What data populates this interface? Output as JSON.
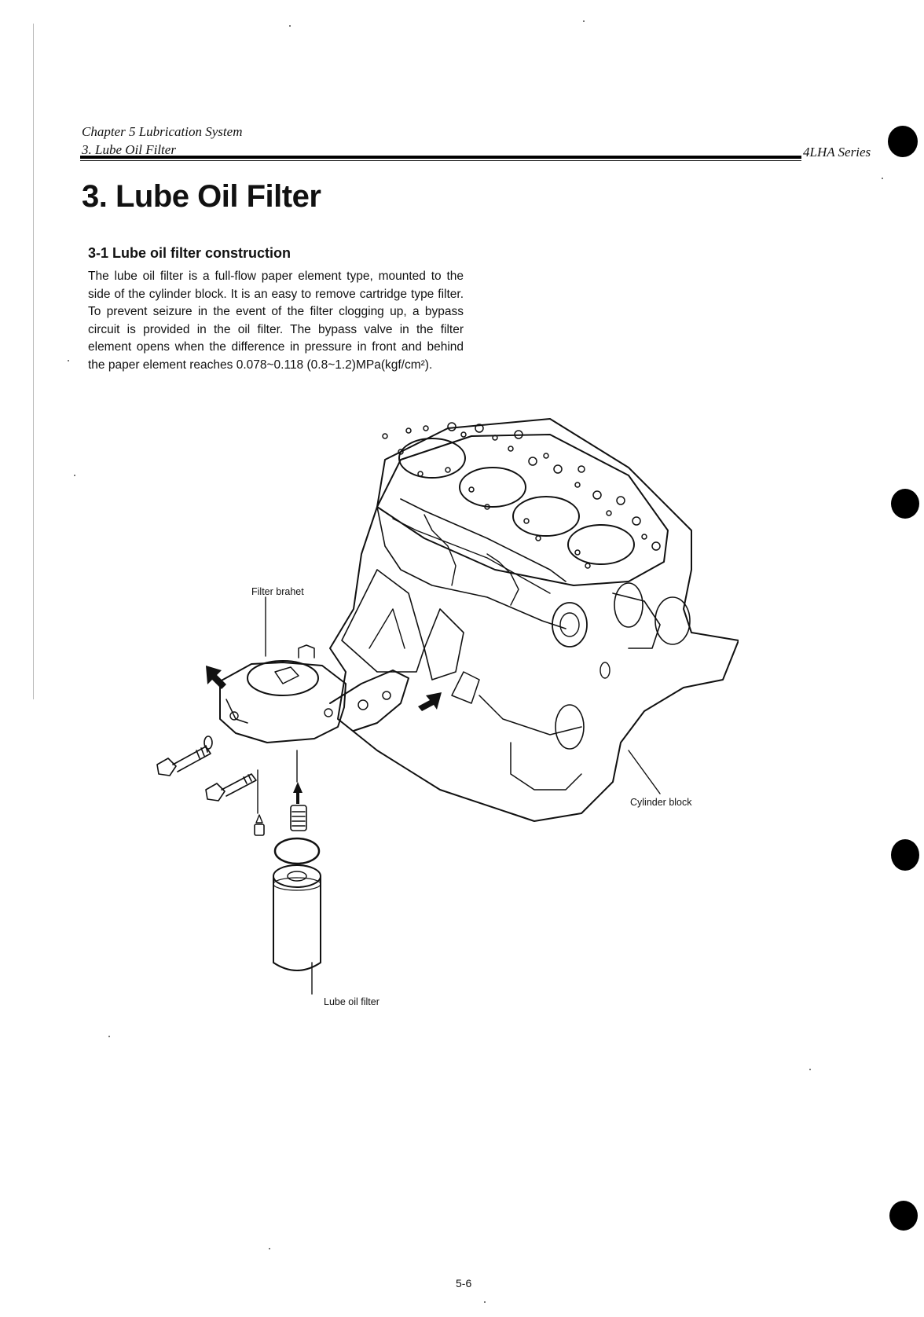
{
  "header": {
    "chapter": "Chapter 5 Lubrication System",
    "section": "3. Lube Oil Filter",
    "series": "4LHA Series"
  },
  "title": "3. Lube Oil Filter",
  "subsection": {
    "heading": "3-1 Lube oil filter construction",
    "body": "The lube oil filter is a full-flow paper element type, mounted to the side of the cylinder block. It is an easy to remove cartridge type filter. To prevent seizure in the event of the filter clogging up, a bypass circuit is provided in the oil filter. The bypass valve in the filter element opens when the difference in pressure in front and behind the paper element reaches 0.078~0.118 (0.8~1.2)MPa(kgf/cm²)."
  },
  "figure": {
    "callouts": {
      "filter_bracket": "Filter brahet",
      "cylinder_block": "Cylinder block",
      "lube_oil_filter": "Lube oil filter"
    }
  },
  "footer": {
    "page_number": "5-6"
  }
}
